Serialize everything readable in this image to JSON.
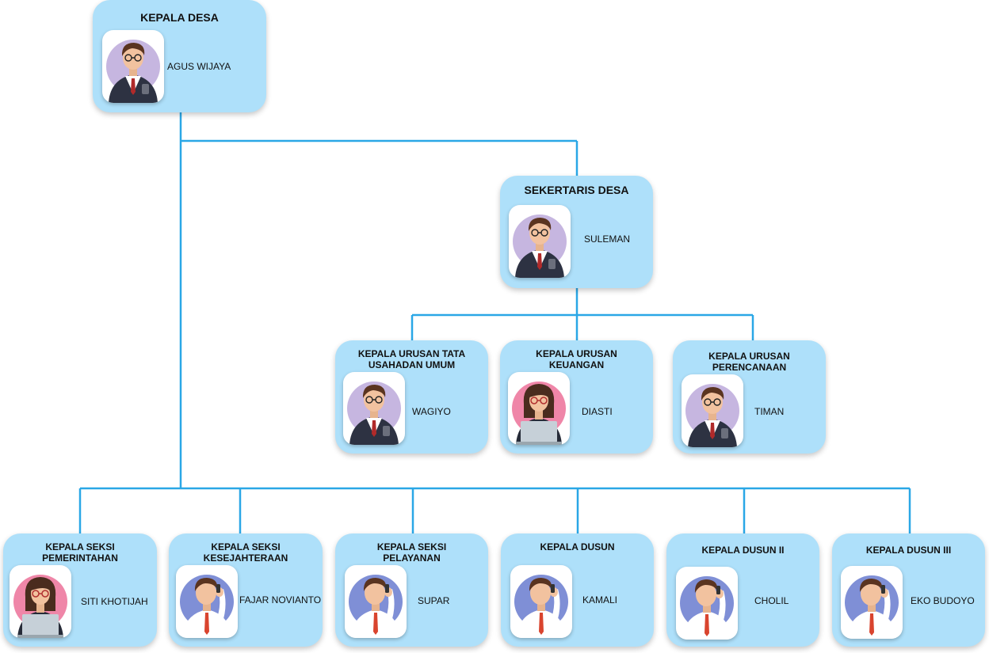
{
  "colors": {
    "connector": "#2aa7e6",
    "card_fill": "#aee0fa",
    "avatar_bg_purple": "#c6b6e0",
    "avatar_bg_pink": "#ef86a8",
    "avatar_bg_blue": "#7f8fd6"
  },
  "nodes": {
    "kepala_desa": {
      "title": "KEPALA DESA",
      "name": "AGUS WIJAYA",
      "icon": "man-suit-avatar-icon"
    },
    "sekretaris": {
      "title": "SEKERTARIS DESA",
      "name": "SULEMAN",
      "icon": "man-suit-avatar-icon"
    },
    "kaur_tu": {
      "title": "KEPALA URUSAN TATA USAHADAN UMUM",
      "name": "WAGIYO",
      "icon": "man-suit-avatar-icon"
    },
    "kaur_keuangan": {
      "title": "KEPALA URUSAN KEUANGAN",
      "name": "DIASTI",
      "icon": "woman-laptop-avatar-icon"
    },
    "kaur_perencanaan": {
      "title": "KEPALA URUSAN PERENCANAAN",
      "name": "TIMAN",
      "icon": "man-suit-avatar-icon"
    },
    "kasi_pemerintahan": {
      "title": "KEPALA SEKSI PEMERINTAHAN",
      "name": "SITI KHOTIJAH",
      "icon": "woman-laptop-avatar-icon"
    },
    "kasi_kesejahteraan": {
      "title": "KEPALA SEKSI KESEJAHTERAAN",
      "name": "FAJAR NOVIANTO",
      "icon": "man-phone-avatar-icon"
    },
    "kasi_pelayanan": {
      "title": "KEPALA SEKSI PELAYANAN",
      "name": "SUPAR",
      "icon": "man-phone-avatar-icon"
    },
    "kadus_1": {
      "title": "KEPALA DUSUN",
      "name": "KAMALI",
      "icon": "man-phone-avatar-icon"
    },
    "kadus_2": {
      "title": "KEPALA DUSUN II",
      "name": "CHOLIL",
      "icon": "man-phone-avatar-icon"
    },
    "kadus_3": {
      "title": "KEPALA DUSUN III",
      "name": "EKO BUDOYO",
      "icon": "man-phone-avatar-icon"
    }
  }
}
